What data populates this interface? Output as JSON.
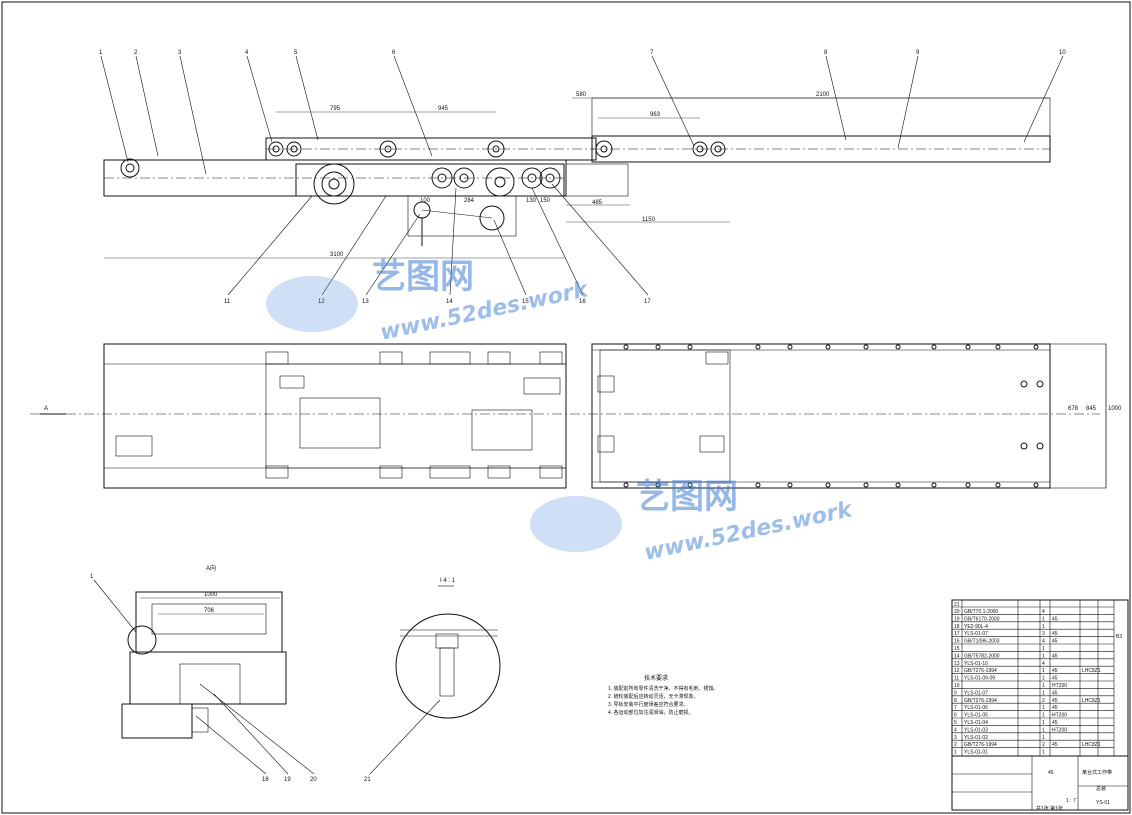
{
  "callouts": [
    "1",
    "2",
    "3",
    "4",
    "5",
    "6",
    "7",
    "8",
    "9",
    "10",
    "11",
    "12",
    "13",
    "14",
    "15",
    "16",
    "17"
  ],
  "view_a_callouts": [
    "1",
    "18",
    "19",
    "20"
  ],
  "detail_callout": "21",
  "view_a_label": "A向",
  "section_label": "I\n4 : 1",
  "arrow_label": "A",
  "dims": {
    "top": [
      "795",
      "945",
      "580",
      "963",
      "2100"
    ],
    "lower": [
      "100",
      "284",
      "130",
      "150",
      "485",
      "1150"
    ],
    "overall": "3100",
    "plan_width": [
      "678",
      "845",
      "1000"
    ],
    "view_a": [
      "1000",
      "706"
    ]
  },
  "tech_req": {
    "title": "技术要求",
    "items": [
      "1. 装配前所有零件清洗干净，不得有毛刺、锈蚀。",
      "2. 链轮装配后应转动灵活，无卡滞现象。",
      "3. 导轨安装平行度误差应符合要求。",
      "4. 各运动部位加注润滑油，防止磨损。"
    ]
  },
  "bom": {
    "header_no": "21",
    "rows": [
      [
        "20",
        "GB/T70.1-2000",
        "",
        "4",
        "",
        ""
      ],
      [
        "19",
        "GB/T6170-2000",
        "",
        "1",
        "45",
        ""
      ],
      [
        "18",
        "YE2-90L-4",
        "",
        "1",
        "",
        ""
      ],
      [
        "17",
        "YLS-01-07",
        "",
        "3",
        "45",
        "",
        ""
      ],
      [
        "16",
        "GB/T1096-2003",
        "",
        "4",
        "45",
        ""
      ],
      [
        "15",
        "",
        "",
        "1",
        "",
        ""
      ],
      [
        "14",
        "GB/T5782-2000",
        "",
        "1",
        "45",
        ""
      ],
      [
        "13",
        "YLS-01-10",
        "",
        "4",
        "",
        ""
      ],
      [
        "12",
        "GB/T276-1994",
        "",
        "1",
        "45",
        "LHC8Z1"
      ],
      [
        "11",
        "YLS-01-09-09",
        "",
        "1",
        "45",
        ""
      ],
      [
        "10",
        "",
        "",
        "1",
        "HT200",
        ""
      ],
      [
        "9",
        "YLS-01-07",
        "",
        "1",
        "45",
        ""
      ],
      [
        "8",
        "GB/T276-1994",
        "",
        "2",
        "45",
        "LHC8Z1"
      ],
      [
        "7",
        "YLS-01-06",
        "",
        "1",
        "45",
        ""
      ],
      [
        "6",
        "YLS-01-05",
        "",
        "1",
        "HT200",
        ""
      ],
      [
        "5",
        "YLS-01-04",
        "",
        "1",
        "45",
        ""
      ],
      [
        "4",
        "YLS-01-03",
        "",
        "1",
        "HT200",
        ""
      ],
      [
        "3",
        "YLS-01-02",
        "",
        "1",
        "",
        ""
      ],
      [
        "2",
        "GB/T276-1994",
        "",
        "2",
        "45",
        "LHC8Z1"
      ],
      [
        "1",
        "YLS-01-01",
        "",
        "1",
        "",
        ""
      ]
    ],
    "side_label": "B3"
  },
  "title_block": {
    "name": "某台式工作带",
    "material": "45",
    "drawing": "总装",
    "code": "YS-01",
    "ratio": "1 : 7",
    "sheet": "共1张 第1张"
  },
  "watermark": {
    "brand": "艺图网",
    "url": "www.52des.work"
  },
  "colors": {
    "line": "#111111",
    "watermark": "#3f7fd6"
  }
}
